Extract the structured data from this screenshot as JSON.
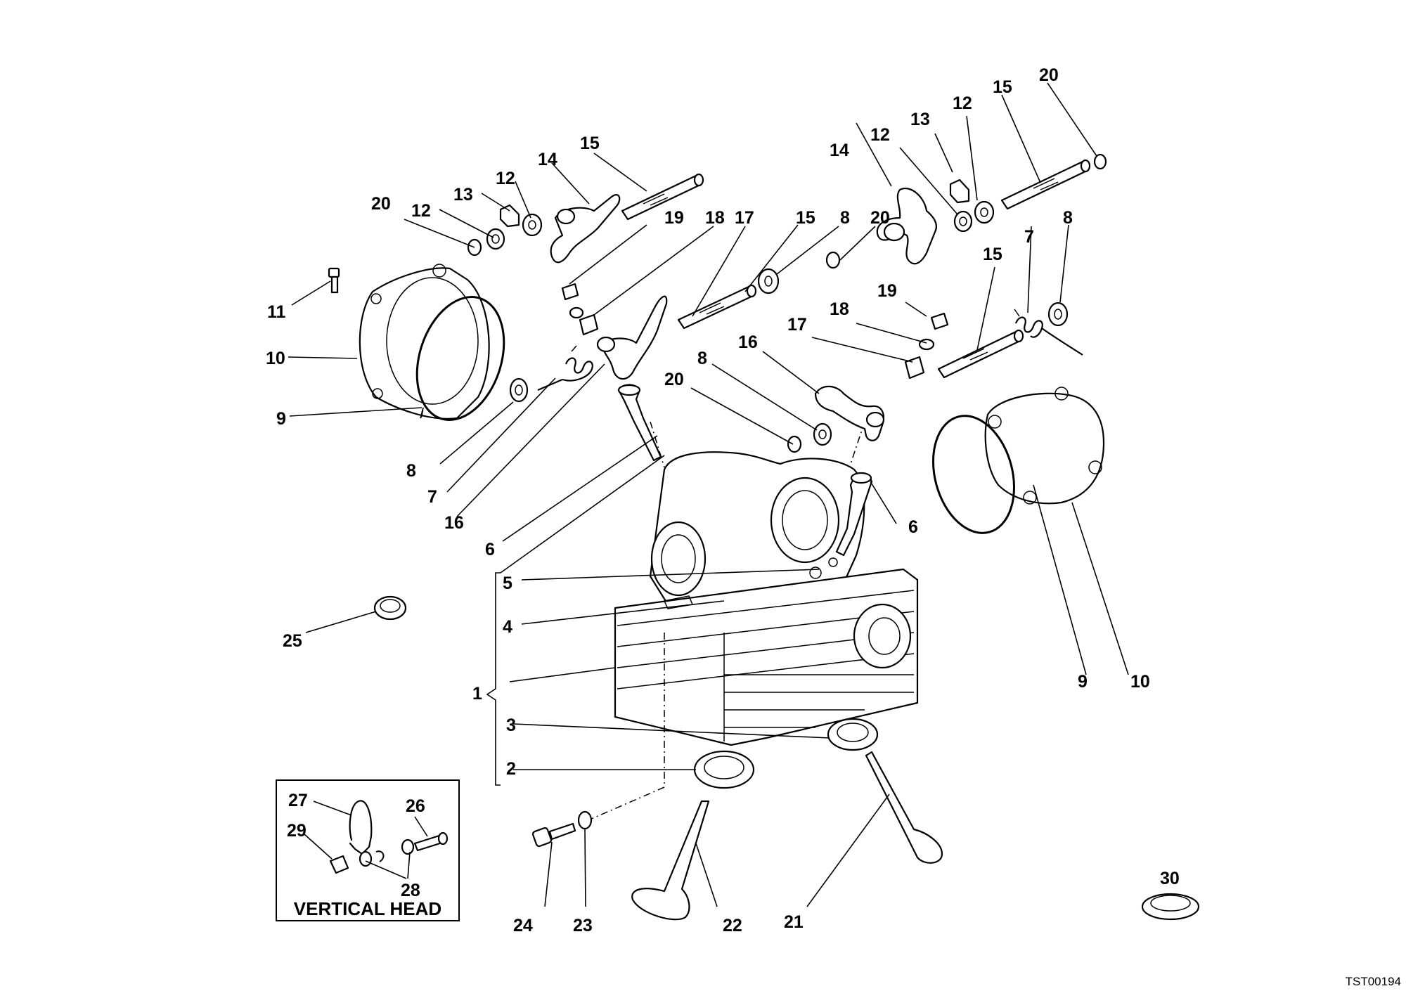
{
  "diagram": {
    "reference_code": "TST00194",
    "inset_title": "VERTICAL HEAD",
    "callouts": {
      "c1": "1",
      "c2": "2",
      "c3": "3",
      "c4": "4",
      "c5": "5",
      "c6a": "6",
      "c6b": "6",
      "c7a": "7",
      "c7b": "7",
      "c8a": "8",
      "c8b": "8",
      "c8c": "8",
      "c8d": "8",
      "c9a": "9",
      "c9b": "9",
      "c10a": "10",
      "c10b": "10",
      "c11": "11",
      "c12a": "12",
      "c12b": "12",
      "c12c": "12",
      "c12d": "12",
      "c13a": "13",
      "c13b": "13",
      "c14a": "14",
      "c14b": "14",
      "c15a": "15",
      "c15b": "15",
      "c15c": "15",
      "c15d": "15",
      "c16a": "16",
      "c16b": "16",
      "c17a": "17",
      "c17b": "17",
      "c18a": "18",
      "c18b": "18",
      "c19a": "19",
      "c19b": "19",
      "c20a": "20",
      "c20b": "20",
      "c20c": "20",
      "c20d": "20",
      "c21": "21",
      "c22": "22",
      "c23": "23",
      "c24": "24",
      "c25": "25",
      "c26": "26",
      "c27": "27",
      "c28": "28",
      "c29": "29",
      "c30": "30"
    }
  }
}
